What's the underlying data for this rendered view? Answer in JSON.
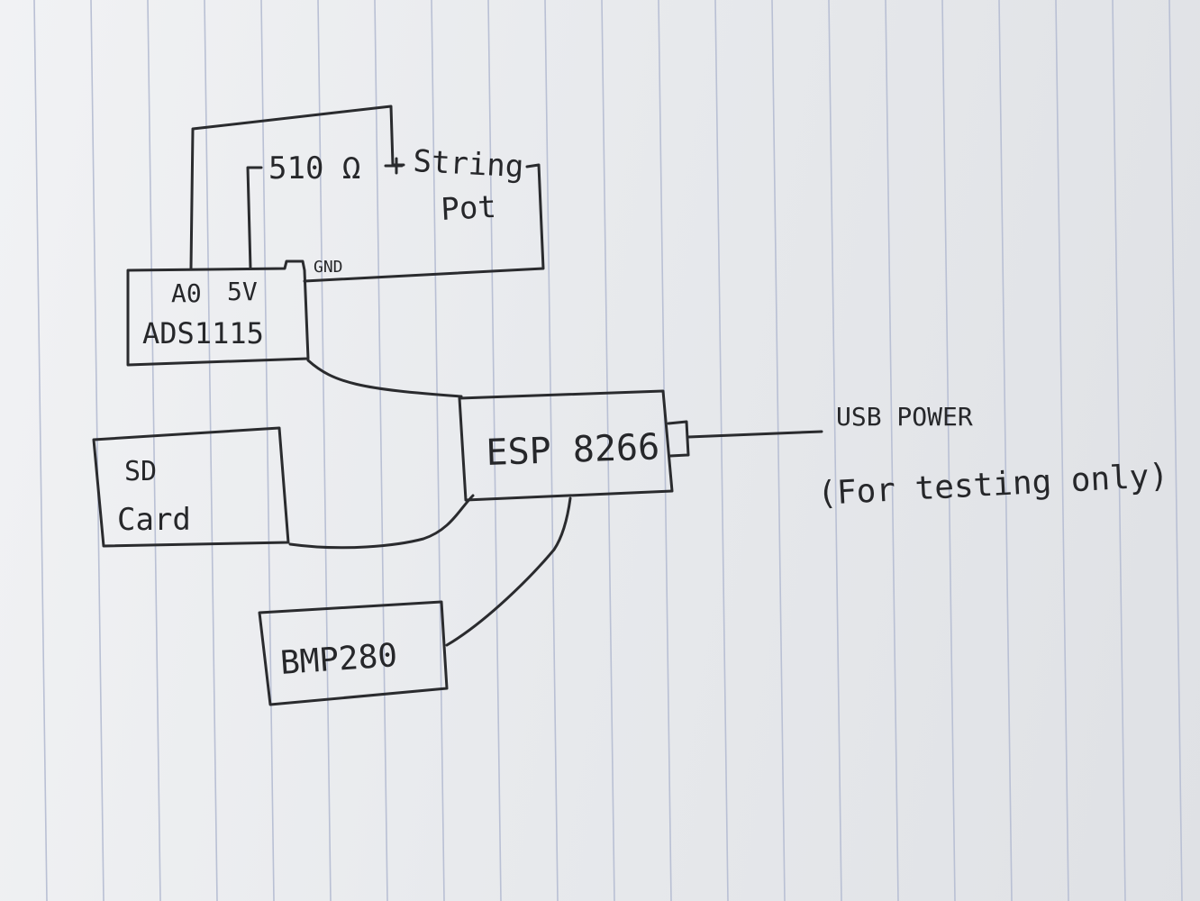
{
  "diagram": {
    "components": {
      "resistor": "510 Ω",
      "string_pot": [
        "String",
        "Pot"
      ],
      "adc": {
        "pins": [
          "A0",
          "5V"
        ],
        "name": "ADS1115",
        "gnd": "GND"
      },
      "mcu": "ESP 8266",
      "sd_card": [
        "SD",
        "Card"
      ],
      "sensor": "BMP280"
    },
    "power": {
      "label": "USB POWER",
      "note": "(For testing only)"
    }
  },
  "colors": {
    "ink": "#2a2b2e",
    "paper": "#eceef1",
    "rule": "#b9c0d4"
  }
}
